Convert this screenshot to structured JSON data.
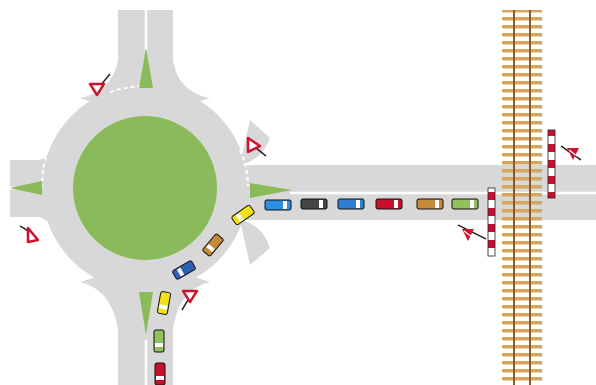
{
  "colors": {
    "background": "#ffffff",
    "road": "#d8d8d8",
    "island": "#8aba5a",
    "lane_marking": "#ffffff",
    "rail_tie": "#d9a55e",
    "rail": "#8a5a26",
    "barrier_red": "#c8102e",
    "barrier_white": "#ffffff",
    "sign_red": "#d0112b",
    "post": "#222222"
  },
  "queue_cars": [
    {
      "id": "car-1",
      "color": "#f2e11a",
      "kind": "car"
    },
    {
      "id": "car-2",
      "color": "#c48a3a",
      "kind": "car"
    },
    {
      "id": "car-3",
      "color": "#2f5fb5",
      "kind": "car"
    },
    {
      "id": "car-4",
      "color": "#f2e11a",
      "kind": "car"
    },
    {
      "id": "car-5",
      "color": "#8fc25a",
      "kind": "car"
    },
    {
      "id": "car-6",
      "color": "#c8102e",
      "kind": "car"
    }
  ],
  "east_road_cars": [
    {
      "id": "car-7",
      "color": "#2e8fe0",
      "kind": "car"
    },
    {
      "id": "car-8",
      "color": "#444444",
      "kind": "car"
    },
    {
      "id": "car-9",
      "color": "#2f7fd0",
      "kind": "car"
    },
    {
      "id": "car-10",
      "color": "#c8102e",
      "kind": "car"
    },
    {
      "id": "car-11",
      "color": "#c48a3a",
      "kind": "car"
    },
    {
      "id": "car-12",
      "color": "#8fc25a",
      "kind": "car"
    }
  ],
  "signs": [
    {
      "id": "yield-sign-north",
      "type": "yield-sign"
    },
    {
      "id": "yield-sign-east",
      "type": "yield-sign"
    },
    {
      "id": "yield-sign-west",
      "type": "yield-sign"
    },
    {
      "id": "yield-sign-south",
      "type": "yield-sign"
    },
    {
      "id": "crossing-sign-west",
      "type": "railway-crossing-sign"
    },
    {
      "id": "crossing-sign-east",
      "type": "railway-crossing-sign"
    }
  ]
}
